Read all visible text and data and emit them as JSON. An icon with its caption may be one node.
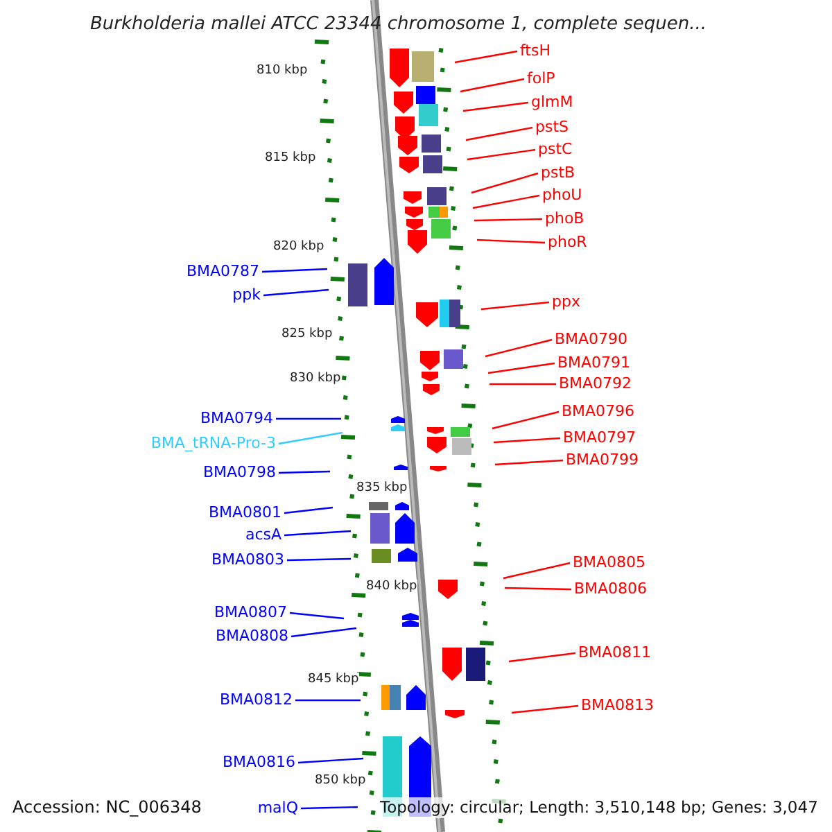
{
  "diagram": {
    "title": "Burkholderia mallei ATCC 23344 chromosome 1, complete sequen...",
    "nodes": [
      {
        "text": [
          "ftsH"
        ]
      },
      {
        "text": [
          "folP"
        ]
      },
      {
        "text": [
          "glmM"
        ]
      },
      {
        "text": [
          "pstS"
        ]
      },
      {
        "text": [
          "pstC"
        ]
      },
      {
        "text": [
          "pstB"
        ]
      },
      {
        "text": [
          "phoU"
        ]
      },
      {
        "text": [
          "phoB"
        ]
      },
      {
        "text": [
          "phoR"
        ]
      },
      {
        "text": [
          "BMA0787"
        ]
      },
      {
        "text": [
          "ppk"
        ]
      },
      {
        "text": [
          "ppx"
        ]
      },
      {
        "text": [
          "BMA0790"
        ]
      },
      {
        "text": [
          "BMA0791"
        ]
      },
      {
        "text": [
          "BMA0792"
        ]
      },
      {
        "text": [
          "BMA0796"
        ]
      },
      {
        "text": [
          "BMA0794"
        ]
      },
      {
        "text": [
          "BMA0797"
        ]
      },
      {
        "text": [
          "BMA_tRNA-Pro-3"
        ]
      },
      {
        "text": [
          "BMA0799"
        ]
      },
      {
        "text": [
          "BMA0798"
        ]
      },
      {
        "text": [
          "BMA0801"
        ]
      },
      {
        "text": [
          "acsA"
        ]
      },
      {
        "text": [
          "BMA0803"
        ]
      },
      {
        "text": [
          "BMA0805"
        ]
      },
      {
        "text": [
          "BMA0806"
        ]
      },
      {
        "text": [
          "BMA0807"
        ]
      },
      {
        "text": [
          "BMA0808"
        ]
      },
      {
        "text": [
          "BMA0811"
        ]
      },
      {
        "text": [
          "BMA0812"
        ]
      },
      {
        "text": [
          "BMA0813"
        ]
      },
      {
        "text": [
          "BMA0816"
        ]
      },
      {
        "text": [
          "malQ"
        ]
      }
    ],
    "edges": [
      {
        "from": 0,
        "to": null,
        "arrow": "none"
      },
      {
        "from": 1,
        "to": null,
        "arrow": "none"
      },
      {
        "from": 2,
        "to": null,
        "arrow": "none"
      },
      {
        "from": 3,
        "to": null,
        "arrow": "none"
      },
      {
        "from": 4,
        "to": null,
        "arrow": "none"
      },
      {
        "from": 5,
        "to": null,
        "arrow": "none"
      },
      {
        "from": 6,
        "to": null,
        "arrow": "none"
      },
      {
        "from": 7,
        "to": null,
        "arrow": "none"
      },
      {
        "from": 8,
        "to": null,
        "arrow": "none"
      },
      {
        "from": 9,
        "to": null,
        "arrow": "none",
        "color": "#0000ff"
      },
      {
        "from": 10,
        "to": null,
        "arrow": "none",
        "color": "#0000ff"
      },
      {
        "from": 11,
        "to": null,
        "arrow": "none"
      },
      {
        "from": 12,
        "to": null,
        "arrow": "none"
      },
      {
        "from": 13,
        "to": null,
        "arrow": "none"
      },
      {
        "from": 14,
        "to": null,
        "arrow": "none"
      },
      {
        "from": 15,
        "to": null,
        "arrow": "none"
      },
      {
        "from": 16,
        "to": null,
        "arrow": "none",
        "color": "#0000ff"
      },
      {
        "from": 17,
        "to": null,
        "arrow": "none"
      },
      {
        "from": 18,
        "to": null,
        "arrow": "none",
        "color": "#33ccff"
      },
      {
        "from": 19,
        "to": null,
        "arrow": "none"
      },
      {
        "from": 20,
        "to": null,
        "arrow": "none",
        "color": "#0000ff"
      },
      {
        "from": 21,
        "to": null,
        "arrow": "none",
        "color": "#0000ff"
      },
      {
        "from": 22,
        "to": null,
        "arrow": "none",
        "color": "#0000ff"
      },
      {
        "from": 23,
        "to": null,
        "arrow": "none",
        "color": "#0000ff"
      },
      {
        "from": 24,
        "to": null,
        "arrow": "none"
      },
      {
        "from": 25,
        "to": null,
        "arrow": "none"
      },
      {
        "from": 26,
        "to": null,
        "arrow": "none",
        "color": "#0000ff"
      },
      {
        "from": 27,
        "to": null,
        "arrow": "none",
        "color": "#0000ff"
      },
      {
        "from": 28,
        "to": null,
        "arrow": "none"
      },
      {
        "from": 29,
        "to": null,
        "arrow": "none",
        "color": "#0000ff"
      },
      {
        "from": 30,
        "to": null,
        "arrow": "none"
      },
      {
        "from": 31,
        "to": null,
        "arrow": "none",
        "color": "#0000ff"
      },
      {
        "from": 32,
        "to": null,
        "arrow": "none",
        "color": "#0000ff"
      }
    ],
    "labels": [
      "810 kbp",
      "815 kbp",
      "820 kbp",
      "825 kbp",
      "830 kbp",
      "835 kbp",
      "840 kbp",
      "845 kbp",
      "850 kbp",
      "Accession: NC_006348",
      "Topology: circular; Length: 3,510,148 bp; Genes: 3,047"
    ]
  }
}
